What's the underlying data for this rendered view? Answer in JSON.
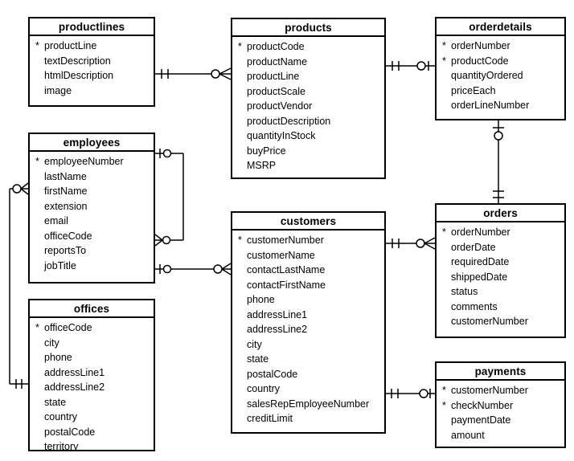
{
  "diagram_type": "entity-relationship",
  "notation": "crows-foot",
  "pk_marker": "*",
  "entities": [
    {
      "id": "productlines",
      "title": "productlines",
      "fields": [
        {
          "name": "productLine",
          "pk": true
        },
        {
          "name": "textDescription",
          "pk": false
        },
        {
          "name": "htmlDescription",
          "pk": false
        },
        {
          "name": "image",
          "pk": false
        }
      ]
    },
    {
      "id": "products",
      "title": "products",
      "fields": [
        {
          "name": "productCode",
          "pk": true
        },
        {
          "name": "productName",
          "pk": false
        },
        {
          "name": "productLine",
          "pk": false
        },
        {
          "name": "productScale",
          "pk": false
        },
        {
          "name": "productVendor",
          "pk": false
        },
        {
          "name": "productDescription",
          "pk": false
        },
        {
          "name": "quantityInStock",
          "pk": false
        },
        {
          "name": "buyPrice",
          "pk": false
        },
        {
          "name": "MSRP",
          "pk": false
        }
      ]
    },
    {
      "id": "orderdetails",
      "title": "orderdetails",
      "fields": [
        {
          "name": "orderNumber",
          "pk": true
        },
        {
          "name": "productCode",
          "pk": true
        },
        {
          "name": "quantityOrdered",
          "pk": false
        },
        {
          "name": "priceEach",
          "pk": false
        },
        {
          "name": "orderLineNumber",
          "pk": false
        }
      ]
    },
    {
      "id": "employees",
      "title": "employees",
      "fields": [
        {
          "name": "employeeNumber",
          "pk": true
        },
        {
          "name": "lastName",
          "pk": false
        },
        {
          "name": "firstName",
          "pk": false
        },
        {
          "name": "extension",
          "pk": false
        },
        {
          "name": "email",
          "pk": false
        },
        {
          "name": "officeCode",
          "pk": false
        },
        {
          "name": "reportsTo",
          "pk": false
        },
        {
          "name": "jobTitle",
          "pk": false
        }
      ]
    },
    {
      "id": "customers",
      "title": "customers",
      "fields": [
        {
          "name": "customerNumber",
          "pk": true
        },
        {
          "name": "customerName",
          "pk": false
        },
        {
          "name": "contactLastName",
          "pk": false
        },
        {
          "name": "contactFirstName",
          "pk": false
        },
        {
          "name": "phone",
          "pk": false
        },
        {
          "name": "addressLine1",
          "pk": false
        },
        {
          "name": "addressLine2",
          "pk": false
        },
        {
          "name": "city",
          "pk": false
        },
        {
          "name": "state",
          "pk": false
        },
        {
          "name": "postalCode",
          "pk": false
        },
        {
          "name": "country",
          "pk": false
        },
        {
          "name": "salesRepEmployeeNumber",
          "pk": false
        },
        {
          "name": "creditLimit",
          "pk": false
        }
      ]
    },
    {
      "id": "orders",
      "title": "orders",
      "fields": [
        {
          "name": "orderNumber",
          "pk": true
        },
        {
          "name": "orderDate",
          "pk": false
        },
        {
          "name": "requiredDate",
          "pk": false
        },
        {
          "name": "shippedDate",
          "pk": false
        },
        {
          "name": "status",
          "pk": false
        },
        {
          "name": "comments",
          "pk": false
        },
        {
          "name": "customerNumber",
          "pk": false
        }
      ]
    },
    {
      "id": "offices",
      "title": "offices",
      "fields": [
        {
          "name": "officeCode",
          "pk": true
        },
        {
          "name": "city",
          "pk": false
        },
        {
          "name": "phone",
          "pk": false
        },
        {
          "name": "addressLine1",
          "pk": false
        },
        {
          "name": "addressLine2",
          "pk": false
        },
        {
          "name": "state",
          "pk": false
        },
        {
          "name": "country",
          "pk": false
        },
        {
          "name": "postalCode",
          "pk": false
        },
        {
          "name": "territory",
          "pk": false
        }
      ]
    },
    {
      "id": "payments",
      "title": "payments",
      "fields": [
        {
          "name": "customerNumber",
          "pk": true
        },
        {
          "name": "checkNumber",
          "pk": true
        },
        {
          "name": "paymentDate",
          "pk": false
        },
        {
          "name": "amount",
          "pk": false
        }
      ]
    }
  ],
  "relationships": [
    {
      "from": "productlines",
      "to": "products",
      "from_end": "one-and-only-one",
      "to_end": "zero-or-many"
    },
    {
      "from": "products",
      "to": "orderdetails",
      "from_end": "one-and-only-one",
      "to_end": "zero-or-one"
    },
    {
      "from": "orders",
      "to": "orderdetails",
      "from_end": "one-and-only-one",
      "to_end": "zero-or-one"
    },
    {
      "from": "employees",
      "to": "employees",
      "from_end": "zero-or-one",
      "to_end": "zero-or-many",
      "note": "reportsTo self-reference"
    },
    {
      "from": "employees",
      "to": "customers",
      "from_end": "zero-or-one",
      "to_end": "zero-or-many"
    },
    {
      "from": "offices",
      "to": "employees",
      "from_end": "one-and-only-one",
      "to_end": "zero-or-many"
    },
    {
      "from": "customers",
      "to": "orders",
      "from_end": "one-and-only-one",
      "to_end": "zero-or-many"
    },
    {
      "from": "customers",
      "to": "payments",
      "from_end": "one-and-only-one",
      "to_end": "zero-or-one"
    }
  ],
  "colors": {
    "background": "#ffffff",
    "line": "#000000",
    "text": "#000000"
  }
}
